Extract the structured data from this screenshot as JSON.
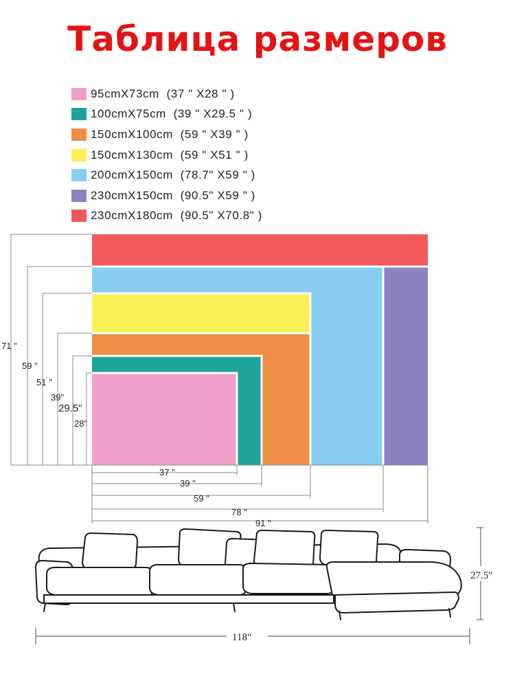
{
  "title": "Таблица размеров",
  "legend": [
    {
      "label": "95cmX73cm  (37 \" X28 \" )",
      "color": "#F0A0C8"
    },
    {
      "label": "100cmX75cm  (39 \" X29.5 \" )",
      "color": "#1FA39A"
    },
    {
      "label": "150cmX100cm  (59 \" X39 \" )",
      "color": "#EF8E45"
    },
    {
      "label": "150cmX130cm  (59 \" X51 \" )",
      "color": "#FAF055"
    },
    {
      "label": "200cmX150cm  (78.7\" X59 \" )",
      "color": "#88CEF0"
    },
    {
      "label": "230cmX150cm  (90.5\" X59 \" )",
      "color": "#8E82BE"
    },
    {
      "label": "230cmX180cm  (90.5\" X70.8\" )",
      "color": "#F0585A"
    }
  ],
  "height_labels": [
    "71 \"",
    "59 \"",
    "51 \"",
    "39\"",
    "29.5\"",
    "28\""
  ],
  "width_labels": [
    "37 \"",
    "39 \"",
    "59 \"",
    "78 \"",
    "91 \""
  ],
  "sofa_width_label": "118\"",
  "sofa_height_label": "27.5\""
}
